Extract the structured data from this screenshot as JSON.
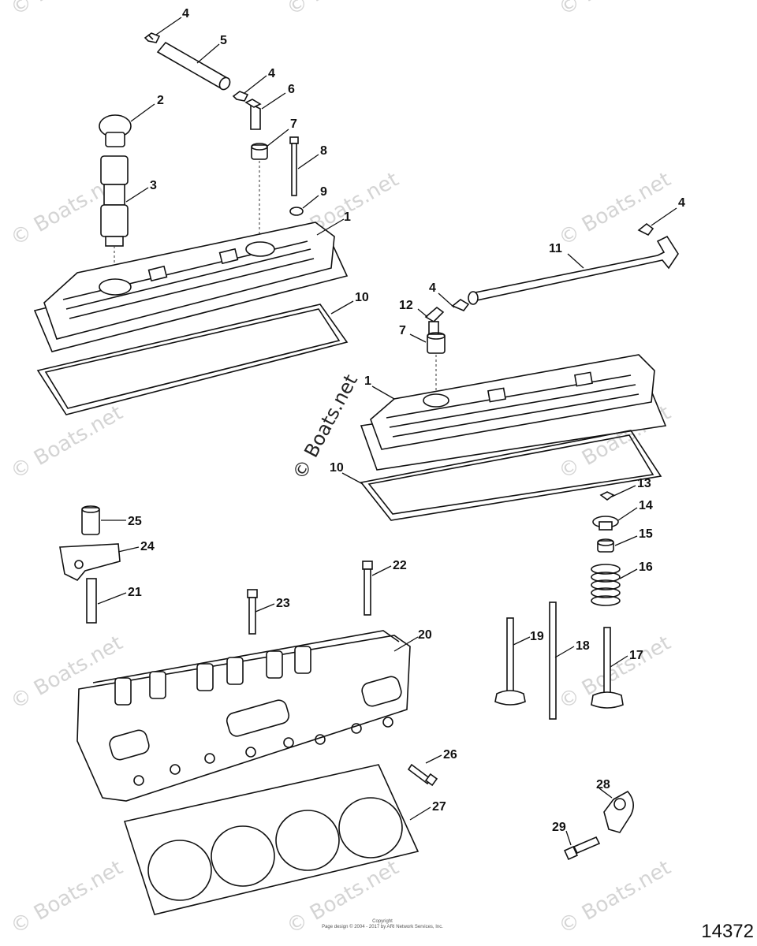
{
  "watermark": "© Boats.net",
  "diagram_id": "14372",
  "copyright": {
    "line1": "Copyright",
    "line2": "Page design © 2004 - 2017 by ARI Network Services, Inc."
  },
  "callouts": [
    "1",
    "2",
    "3",
    "4",
    "5",
    "6",
    "7",
    "8",
    "9",
    "10",
    "11",
    "12",
    "13",
    "14",
    "15",
    "16",
    "17",
    "18",
    "19",
    "20",
    "21",
    "22",
    "23",
    "24",
    "25",
    "26",
    "27",
    "28",
    "29"
  ]
}
